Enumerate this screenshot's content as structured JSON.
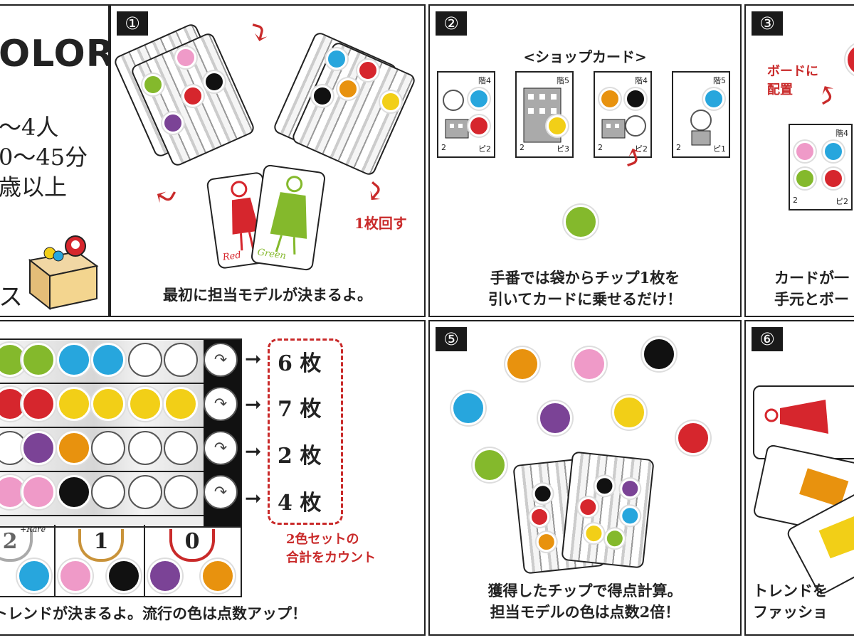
{
  "title": {
    "line1": "OLOR",
    "players": "〜4人",
    "time": "0〜45分",
    "age": "歳以上",
    "publisher": "ス"
  },
  "panels": {
    "p1": {
      "number": "①",
      "caption": "最初に担当モデルが決まるよ。",
      "pass_label": "1枚回す",
      "card_labels": [
        "Red",
        "Green"
      ]
    },
    "p2": {
      "number": "②",
      "header": "<ショップカード>",
      "caption_lines": [
        "手番では袋からチップ1枚を",
        "引いてカードに乗せるだけ！"
      ],
      "cards": [
        {
          "floor": "階4",
          "left": "2",
          "right": "ピ2"
        },
        {
          "floor": "階5",
          "left": "2",
          "right": "ピ3"
        },
        {
          "floor": "階4",
          "left": "2",
          "right": "ピ2"
        },
        {
          "floor": "階5",
          "left": "2",
          "right": "ピ1"
        }
      ]
    },
    "p3": {
      "number": "③",
      "label_lines": [
        "ボードに",
        "配置"
      ],
      "caption_lines": [
        "カードが一",
        "手元とボー"
      ],
      "card": {
        "floor": "階4",
        "left": "2",
        "right": "ピ2"
      }
    },
    "p4": {
      "counts": [
        "6 枚",
        "7 枚",
        "2 枚",
        "4 枚"
      ],
      "note_lines": [
        "2色セットの",
        "合計をカウント"
      ],
      "ranks": [
        "2",
        "1",
        "0"
      ],
      "rare_label": "+Rare",
      "caption": "トレンドが決まるよ。流行の色は点数アップ！"
    },
    "p5": {
      "number": "⑤",
      "caption_lines": [
        "獲得したチップで得点計算。",
        "担当モデルの色は点数2倍！"
      ]
    },
    "p6": {
      "number": "⑥",
      "caption_lines": [
        "トレンドを",
        "ファッショ"
      ]
    }
  },
  "colors": {
    "red": "#d6262d",
    "orange": "#e8920e",
    "yellow": "#f2cf17",
    "green": "#84b92c",
    "blue": "#27a6dd",
    "purple": "#7b4396",
    "pink": "#ef9ac8",
    "black": "#111111"
  },
  "icons": [
    "bag-icon",
    "shirt-icon",
    "dress-icon",
    "hat-icon",
    "lipstick-icon",
    "shoe-icon",
    "skirt-icon",
    "perfume-icon",
    "ring-icon",
    "building-icon",
    "arrow-icon",
    "laurel-icon",
    "box-icon"
  ]
}
